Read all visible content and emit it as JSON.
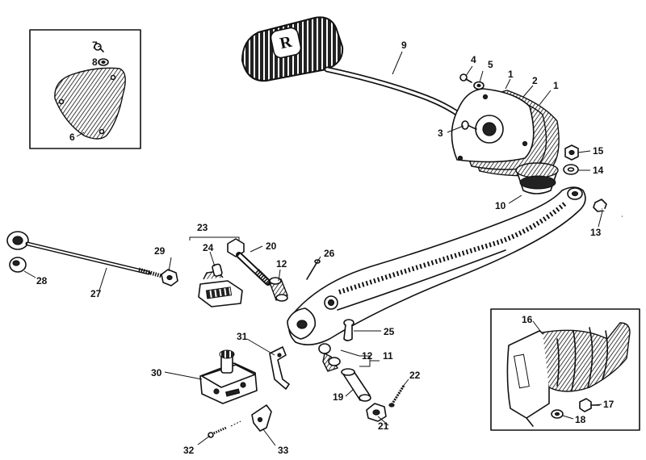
{
  "diagram": {
    "emblem_letter": "R",
    "callouts": {
      "c1a": "1",
      "c1b": "1",
      "c2": "2",
      "c3": "3",
      "c4": "4",
      "c5": "5",
      "c6": "6",
      "c7": "7",
      "c8": "8",
      "c9": "9",
      "c10": "10",
      "c11": "11",
      "c12a": "12",
      "c12b": "12",
      "c13": "13",
      "c14": "14",
      "c15": "15",
      "c16": "16",
      "c17": "17",
      "c18": "18",
      "c19": "19",
      "c20": "20",
      "c21": "21",
      "c22": "22",
      "c23": "23",
      "c24": "24",
      "c25": "25",
      "c26": "26",
      "c27": "27",
      "c28": "28",
      "c29": "29",
      "c30": "30",
      "c31": "31",
      "c32": "32",
      "c33": "33"
    }
  }
}
